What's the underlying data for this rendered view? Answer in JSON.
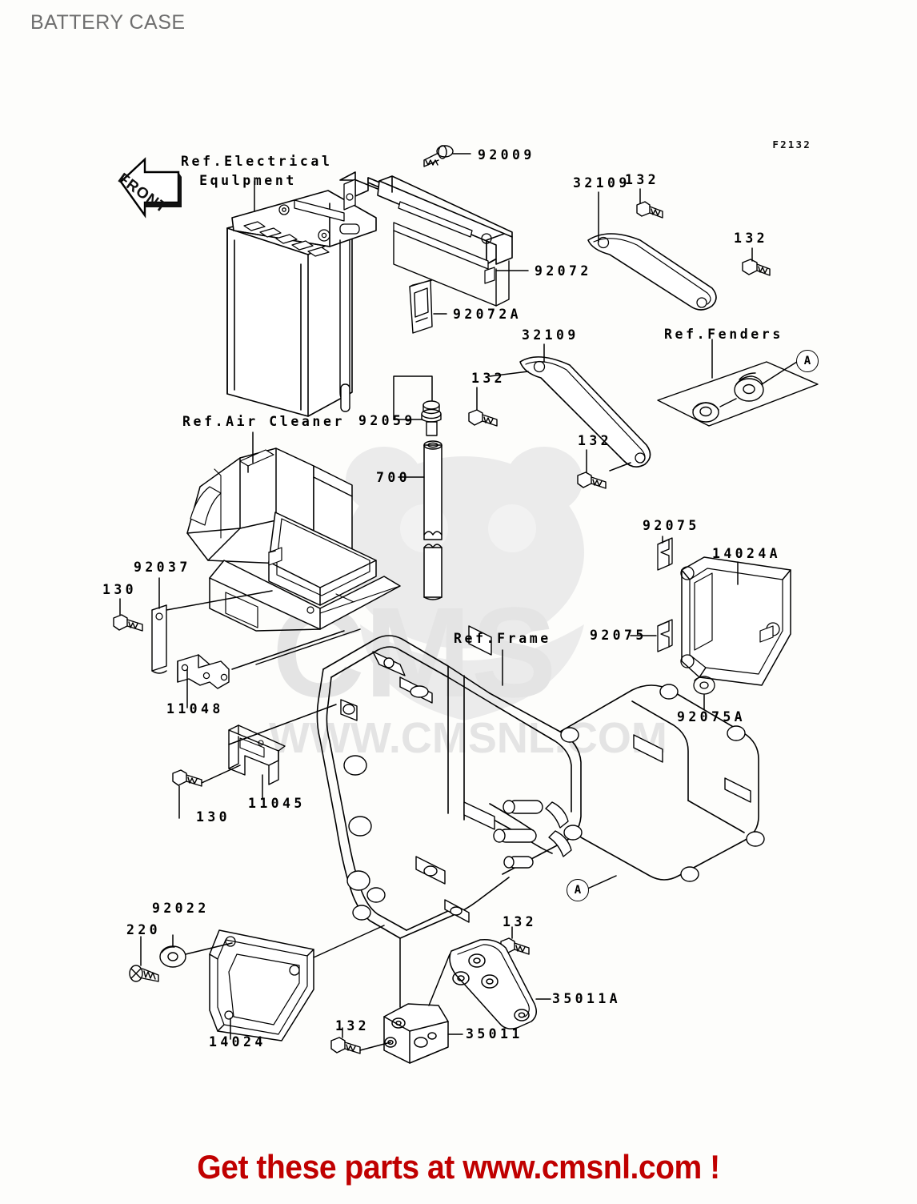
{
  "page": {
    "title": "BATTERY CASE",
    "diagram_code": "F2132",
    "footer_cta": "Get these parts at www.cmsnl.com !",
    "orientation_marker": "FRONT",
    "watermark_text": "CMS  WWW.CMSNL.COM",
    "accent_color": "#c00000",
    "title_color": "#6e6e6e"
  },
  "callouts": {
    "a1": "A",
    "a2": "A"
  },
  "refs": [
    {
      "id": "ref-electrical-equipment",
      "line1": "Ref.Electrical",
      "line2": "Equlpment"
    },
    {
      "id": "ref-air-cleaner",
      "line1": "Ref.Air Cleaner",
      "line2": ""
    },
    {
      "id": "ref-fenders",
      "line1": "Ref.Fenders",
      "line2": ""
    },
    {
      "id": "ref-frame",
      "line1": "Ref.Frame",
      "line2": ""
    }
  ],
  "part_numbers": [
    {
      "id": "p-92009",
      "number": "92009"
    },
    {
      "id": "p-92072",
      "number": "92072"
    },
    {
      "id": "p-92072a",
      "number": "92072A"
    },
    {
      "id": "p-32109-top",
      "number": "32109"
    },
    {
      "id": "p-132-a",
      "number": "132"
    },
    {
      "id": "p-132-b",
      "number": "132"
    },
    {
      "id": "p-32109-mid",
      "number": "32109"
    },
    {
      "id": "p-132-c",
      "number": "132"
    },
    {
      "id": "p-132-d",
      "number": "132"
    },
    {
      "id": "p-92059",
      "number": "92059"
    },
    {
      "id": "p-700",
      "number": "700"
    },
    {
      "id": "p-92075-top",
      "number": "92075"
    },
    {
      "id": "p-14024a",
      "number": "14024A"
    },
    {
      "id": "p-92075-mid",
      "number": "92075"
    },
    {
      "id": "p-92075a",
      "number": "92075A"
    },
    {
      "id": "p-92037",
      "number": "92037"
    },
    {
      "id": "p-130-a",
      "number": "130"
    },
    {
      "id": "p-11048",
      "number": "11048"
    },
    {
      "id": "p-130-b",
      "number": "130"
    },
    {
      "id": "p-11045",
      "number": "11045"
    },
    {
      "id": "p-92022",
      "number": "92022"
    },
    {
      "id": "p-220",
      "number": "220"
    },
    {
      "id": "p-14024",
      "number": "14024"
    },
    {
      "id": "p-132-e",
      "number": "132"
    },
    {
      "id": "p-132-f",
      "number": "132"
    },
    {
      "id": "p-35011a",
      "number": "35011A"
    },
    {
      "id": "p-35011",
      "number": "35011"
    }
  ]
}
